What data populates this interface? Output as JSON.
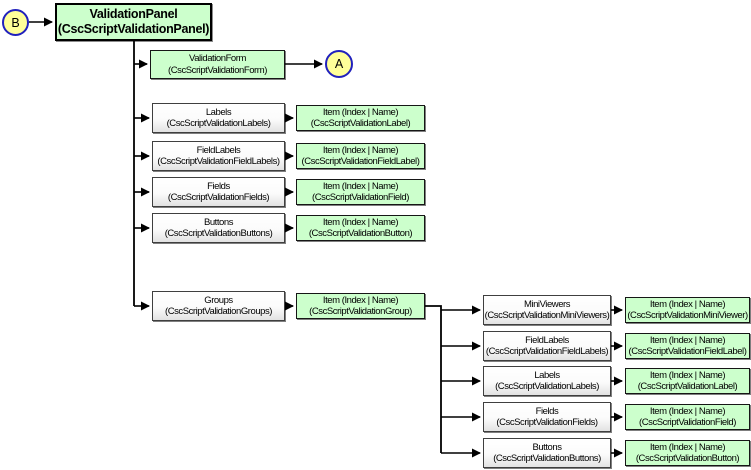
{
  "colors": {
    "node_green": "#ccffcc",
    "node_white": "#ffffff",
    "circle_fill": "#ffff99",
    "circle_border": "#2121bd",
    "line": "#000000"
  },
  "circles": {
    "b": "B",
    "a": "A"
  },
  "root": {
    "title": "ValidationPanel",
    "subtitle": "(CscScriptValidationPanel)"
  },
  "left_rows": [
    {
      "title": "ValidationForm",
      "subtitle": "(CscScriptValidationForm)"
    },
    {
      "title": "Labels",
      "subtitle": "(CscScriptValidationLabels)",
      "item_title": "Item (Index | Name)",
      "item_subtitle": "(CscScriptValidationLabel)"
    },
    {
      "title": "FieldLabels",
      "subtitle": "(CscScriptValidationFieldLabels)",
      "item_title": "Item (Index | Name)",
      "item_subtitle": "(CscScriptValidationFieldLabel)"
    },
    {
      "title": "Fields",
      "subtitle": "(CscScriptValidationFields)",
      "item_title": "Item (Index | Name)",
      "item_subtitle": "(CscScriptValidationField)"
    },
    {
      "title": "Buttons",
      "subtitle": "(CscScriptValidationButtons)",
      "item_title": "Item (Index | Name)",
      "item_subtitle": "(CscScriptValidationButton)"
    },
    {
      "title": "Groups",
      "subtitle": "(CscScriptValidationGroups)",
      "item_title": "Item (Index | Name)",
      "item_subtitle": "(CscScriptValidationGroup)"
    }
  ],
  "group_rows": [
    {
      "title": "MiniViewers",
      "subtitle": "(CscScriptValidationMiniViewers)",
      "item_title": "Item (Index | Name)",
      "item_subtitle": "(CscScriptValidationMiniViewer)"
    },
    {
      "title": "FieldLabels",
      "subtitle": "(CscScriptValidationFieldLabels)",
      "item_title": "Item (Index | Name)",
      "item_subtitle": "(CscScriptValidationFieldLabel)"
    },
    {
      "title": "Labels",
      "subtitle": "(CscScriptValidationLabels)",
      "item_title": "Item (Index | Name)",
      "item_subtitle": "(CscScriptValidationLabel)"
    },
    {
      "title": "Fields",
      "subtitle": "(CscScriptValidationFields)",
      "item_title": "Item (Index | Name)",
      "item_subtitle": "(CscScriptValidationField)"
    },
    {
      "title": "Buttons",
      "subtitle": "(CscScriptValidationButtons)",
      "item_title": "Item (Index | Name)",
      "item_subtitle": "(CscScriptValidationButton)"
    }
  ]
}
